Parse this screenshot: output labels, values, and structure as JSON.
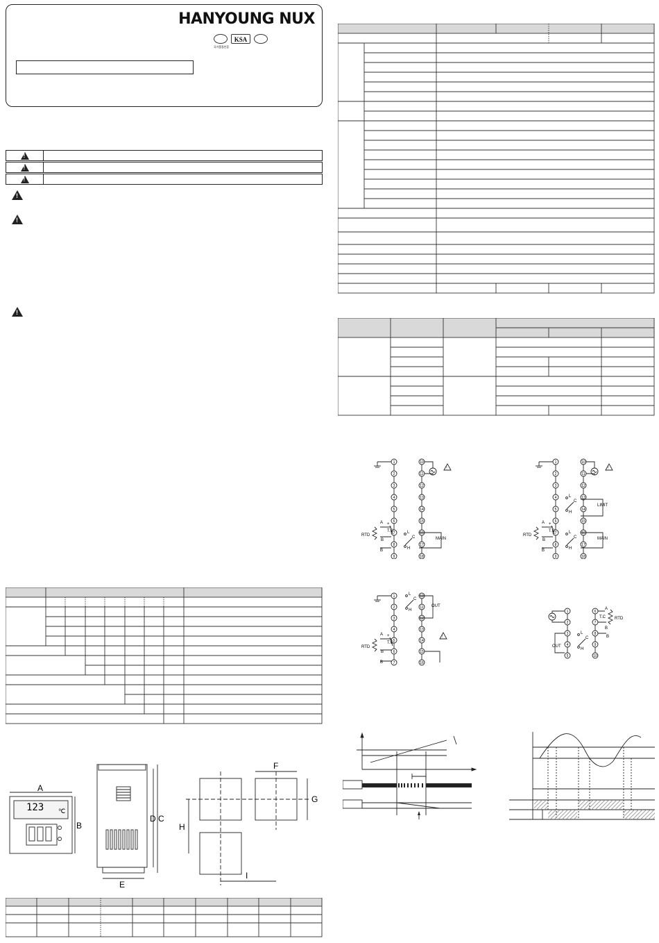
{
  "brand": {
    "logo": "HANYOUNG NUX",
    "certs": [
      "KSA"
    ],
    "cert_caption": "국가품질인증"
  },
  "device": {
    "display_value": "123",
    "unit": "℃"
  },
  "dimension_labels": {
    "A": "A",
    "B": "B",
    "C": "C",
    "D": "D",
    "E": "E",
    "F": "F",
    "G": "G",
    "H": "H",
    "I": "I"
  },
  "wiring": {
    "labels": {
      "main": "MAIN",
      "limit": "LIMIT",
      "out": "OUT",
      "rtd": "RTD",
      "tc": "T.C",
      "a": "A",
      "b": "B",
      "l": "L",
      "c": "C",
      "h": "H",
      "plus": "+",
      "minus": "-"
    },
    "left_terminals": [
      "1",
      "2",
      "3",
      "4",
      "5",
      "6",
      "7",
      "8",
      "9"
    ],
    "right_terminals": [
      "10",
      "11",
      "12",
      "13",
      "14",
      "15",
      "16",
      "17",
      "18"
    ],
    "small_left": [
      "1",
      "2",
      "3",
      "4",
      "5"
    ],
    "small_right": [
      "6",
      "7",
      "8",
      "9",
      "10"
    ]
  },
  "colors": {
    "line": "#222222",
    "header_fill": "#d9d9d9",
    "hatch": "#888888"
  }
}
